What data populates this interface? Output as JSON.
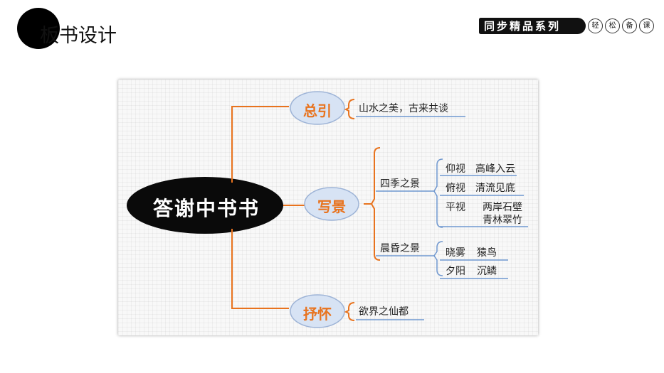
{
  "header": {
    "title": "板书设计",
    "series": "同步精品系列",
    "chips": [
      "轻",
      "松",
      "备",
      "课"
    ]
  },
  "diagram": {
    "root": "答谢中书书",
    "branches": [
      {
        "label": "总引",
        "leaf": "山水之美，古来共谈"
      },
      {
        "label": "写景",
        "groups": [
          {
            "label": "四季之景",
            "items": [
              {
                "key": "仰视",
                "value": "高峰入云"
              },
              {
                "key": "俯视",
                "value": "清流见底"
              },
              {
                "key": "平视",
                "value": "两岸石壁",
                "value2": "青林翠竹"
              }
            ]
          },
          {
            "label": "晨昏之景",
            "items": [
              {
                "key": "晓雾",
                "value": "猿鸟"
              },
              {
                "key": "夕阳",
                "value": "沉鳞"
              }
            ]
          }
        ]
      },
      {
        "label": "抒怀",
        "leaf": "欲界之仙都"
      }
    ]
  }
}
